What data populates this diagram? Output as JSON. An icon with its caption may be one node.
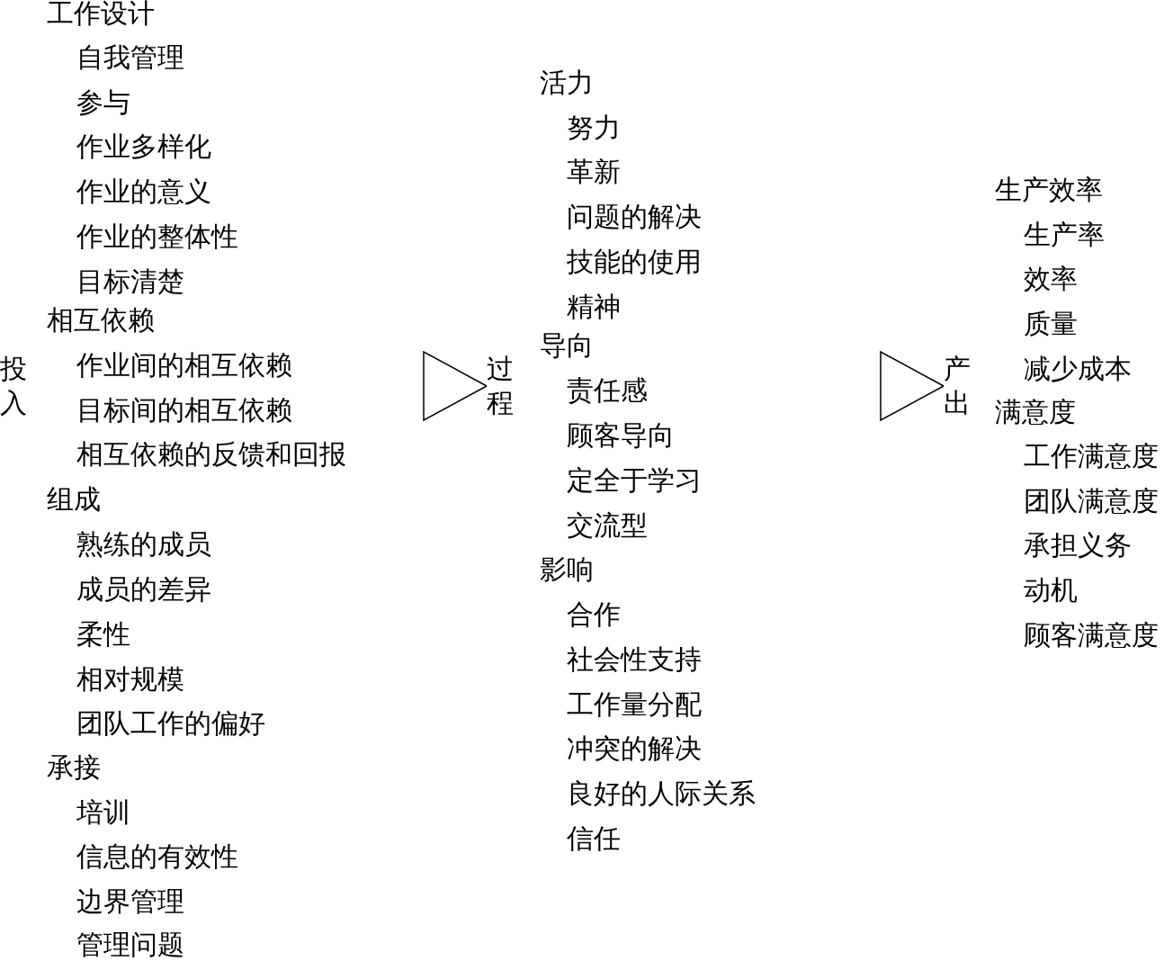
{
  "diagram": {
    "nodes": [
      {
        "text": [
          "投入"
        ]
      },
      {
        "text": [
          "过程"
        ]
      },
      {
        "text": [
          "产出"
        ]
      }
    ],
    "edges": [
      {
        "from": null,
        "to": 1,
        "arrow": "to"
      },
      {
        "from": null,
        "to": 2,
        "arrow": "to"
      }
    ],
    "labels": [
      "工作设计",
      "自我管理",
      "参与",
      "作业多样化",
      "作业的意义",
      "作业的整体性",
      "目标清楚",
      "相互依赖",
      "作业间的相互依赖",
      "目标间的相互依赖",
      "相互依赖的反馈和回报",
      "组成",
      "熟练的成员",
      "成员的差异",
      "柔性",
      "相对规模",
      "团队工作的偏好",
      "承接",
      "培训",
      "信息的有效性",
      "边界管理",
      "管理问题",
      "活力",
      "努力",
      "革新",
      "问题的解决",
      "技能的使用",
      "精神",
      "导向",
      "责任感",
      "顾客导向",
      "定全于学习",
      "交流型",
      "影响",
      "合作",
      "社会性支持",
      "工作量分配",
      "冲突的解决",
      "良好的人际关系",
      "信任",
      "生产效率",
      "生产率",
      "效率",
      "质量",
      "减少成本",
      "满意度",
      "工作满意度",
      "团队满意度",
      "承担义务",
      "动机",
      "顾客满意度"
    ]
  }
}
